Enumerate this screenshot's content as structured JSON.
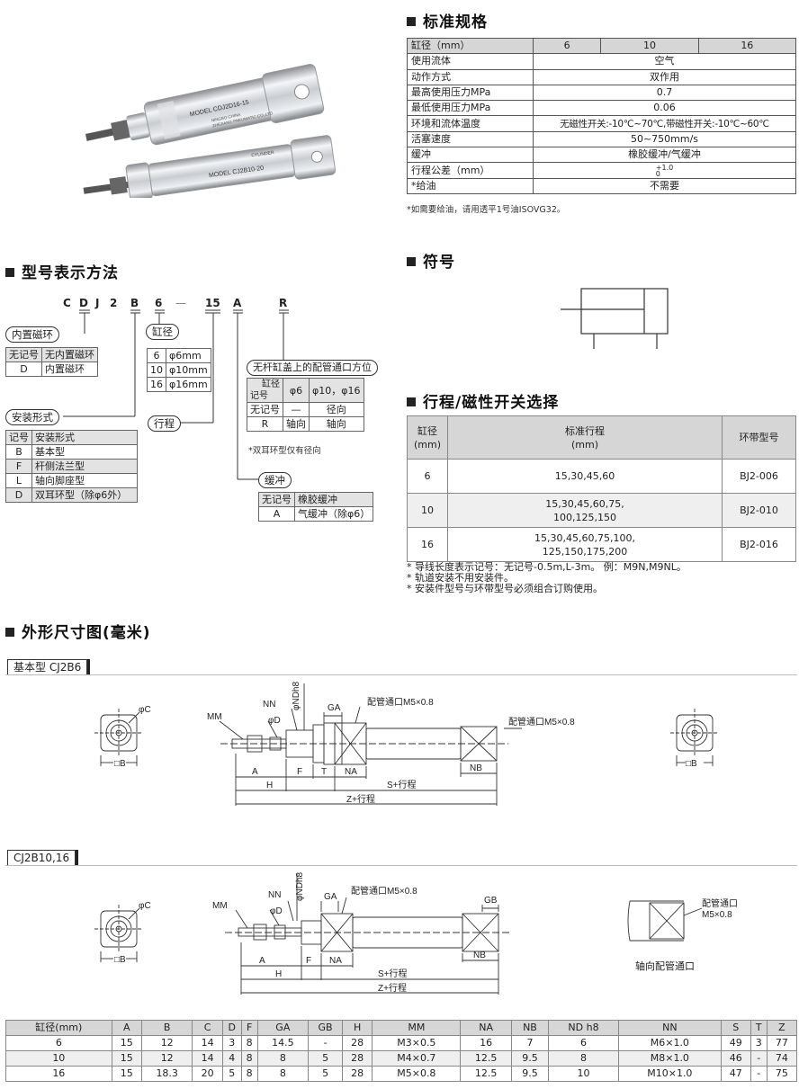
{
  "spec": {
    "title": "标准规格",
    "header": {
      "label": "缸径（mm）",
      "cols": [
        "6",
        "10",
        "16"
      ]
    },
    "rows": [
      {
        "label": "使用流体",
        "value": "空气"
      },
      {
        "label": "动作方式",
        "value": "双作用"
      },
      {
        "label": "最高使用压力MPa",
        "value": "0.7"
      },
      {
        "label": "最低使用压力MPa",
        "value": "0.06"
      },
      {
        "label": "环境和流体温度",
        "value": "无磁性开关:-10℃~70℃,带磁性开关:-10℃~60℃"
      },
      {
        "label": "活塞速度",
        "value": "50~750mm/s"
      },
      {
        "label": "缓冲",
        "value": "橡胶缓冲/气缓冲"
      },
      {
        "label": "行程公差（mm）",
        "value_sup": "+1.0",
        "value_sub": "0"
      },
      {
        "label": "*给油",
        "value": "不需要"
      }
    ],
    "note": "*如需要给油，请用透平1号油ISOVG32。"
  },
  "photo": {
    "top_model": "CDJ2D16-15",
    "bottom_model": "CJ2B10-20",
    "model_prefix": "MODEL",
    "brand": "CYLINDER",
    "maker_line1": "NINGBO CHINA",
    "maker_line2": "ZHEJIANG PNEUMATIC CO.,LTD"
  },
  "model": {
    "title": "型号表示方法",
    "code": [
      "C",
      "D",
      "J",
      "2",
      "B",
      "6",
      "—",
      "15",
      "A",
      "R"
    ],
    "magnet": {
      "bubble": "内置磁环",
      "rows": [
        [
          "无记号",
          "无内置磁环"
        ],
        [
          "D",
          "内置磁环"
        ]
      ]
    },
    "bore": {
      "bubble": "缸径",
      "rows": [
        [
          "6",
          "φ6mm"
        ],
        [
          "10",
          "φ10mm"
        ],
        [
          "16",
          "φ16mm"
        ]
      ]
    },
    "port": {
      "title": "无杆缸盖上的配管通口方位",
      "head_a": "缸径",
      "head_b": "记号",
      "cols": [
        "φ6",
        "φ10，φ16"
      ],
      "rows": [
        [
          "无记号",
          "—",
          "径向"
        ],
        [
          "R",
          "轴向",
          "轴向"
        ]
      ],
      "note": "*双耳环型仅有径向"
    },
    "mount": {
      "bubble": "安装形式",
      "header": [
        "记号",
        "安装形式"
      ],
      "rows": [
        [
          "B",
          "基本型"
        ],
        [
          "F",
          "杆侧法兰型"
        ],
        [
          "L",
          "轴向脚座型"
        ],
        [
          "D",
          "双耳环型（除φ6外）"
        ]
      ]
    },
    "stroke_bubble": "行程",
    "cushion": {
      "bubble": "缓冲",
      "rows": [
        [
          "无记号",
          "橡胶缓冲"
        ],
        [
          "A",
          "气缓冲（除φ6）"
        ]
      ]
    }
  },
  "symbol": {
    "title": "符号"
  },
  "stroke": {
    "title": "行程/磁性开关选择",
    "header": [
      "缸径\n(mm)",
      "标准行程\n(mm)",
      "环带型号"
    ],
    "rows": [
      {
        "bore": "6",
        "strokes": [
          "15,30,45,60"
        ],
        "band": "BJ2-006"
      },
      {
        "bore": "10",
        "strokes": [
          "15,30,45,60,75,",
          "100,125,150"
        ],
        "band": "BJ2-010"
      },
      {
        "bore": "16",
        "strokes": [
          "15,30,45,60,75,100,",
          "125,150,175,200"
        ],
        "band": "BJ2-016"
      }
    ],
    "notes": [
      "* 导线长度表示记号：无记号-0.5m,L-3m。 例：M9N,M9NL。",
      "* 轨道安装不用安装件。",
      "* 安装件型号与环带型号必须组合订购使用。"
    ]
  },
  "outline": {
    "title": "外形尺寸图(毫米)",
    "basic_label": "基本型 CJ2B6",
    "second_label": "CJ2B10,16",
    "labels": {
      "mm": "MM",
      "nn": "NN",
      "d": "φD",
      "nd": "φNDh8",
      "ga": "GA",
      "gb": "GB",
      "port": "配管通口M5×0.8",
      "c": "φC",
      "b": "□B",
      "a": "A",
      "f": "F",
      "t": "T",
      "na": "NA",
      "nb": "NB",
      "h": "H",
      "s": "S+行程",
      "z": "Z+行程",
      "axial_port": "配管通口",
      "axial_size": "M5×0.8",
      "axial_caption": "轴向配管通口"
    }
  },
  "dims": {
    "header": [
      "缸径(mm)",
      "A",
      "B",
      "C",
      "D",
      "F",
      "GA",
      "GB",
      "H",
      "MM",
      "NA",
      "NB",
      "ND h8",
      "NN",
      "S",
      "T",
      "Z"
    ],
    "rows": [
      [
        "6",
        "15",
        "12",
        "14",
        "3",
        "8",
        "14.5",
        "-",
        "28",
        "M3×0.5",
        "16",
        "7",
        "6",
        "M6×1.0",
        "49",
        "3",
        "77"
      ],
      [
        "10",
        "15",
        "12",
        "14",
        "4",
        "8",
        "8",
        "5",
        "28",
        "M4×0.7",
        "12.5",
        "9.5",
        "8",
        "M8×1.0",
        "46",
        "-",
        "74"
      ],
      [
        "16",
        "15",
        "18.3",
        "20",
        "5",
        "8",
        "8",
        "5",
        "28",
        "M5×0.8",
        "12.5",
        "9.5",
        "10",
        "M10×1.0",
        "47",
        "-",
        "75"
      ]
    ]
  }
}
